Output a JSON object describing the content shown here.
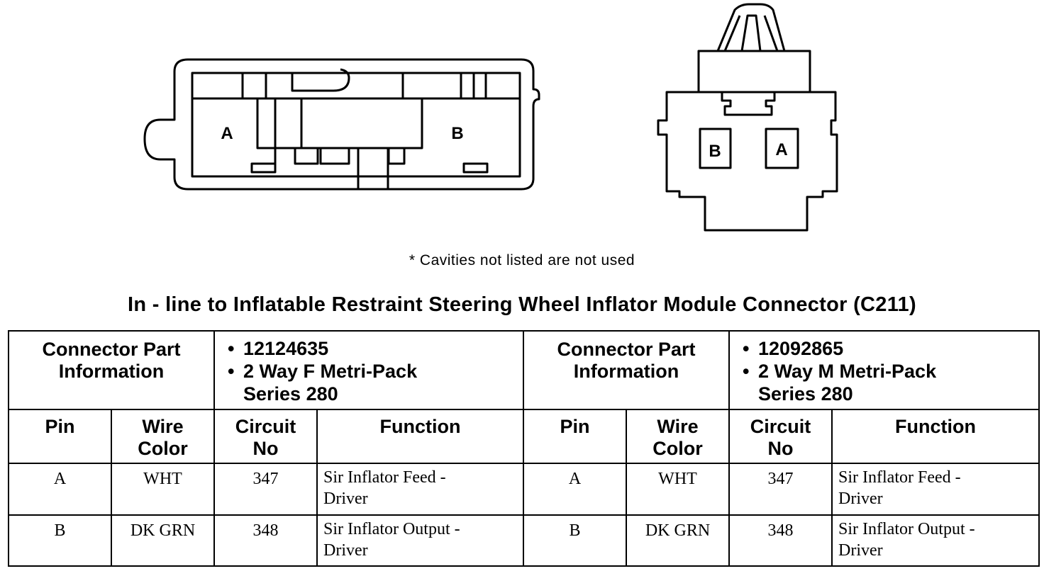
{
  "diagram": {
    "left_connector": {
      "cavities": [
        "A",
        "B"
      ]
    },
    "right_connector": {
      "cavities": [
        "B",
        "A"
      ]
    },
    "note": "* Cavities not listed are not used"
  },
  "title": "In - line to Inflatable Restraint Steering Wheel Inflator Module Connector (C211)",
  "table": {
    "connectors": [
      {
        "info_label": [
          "Connector Part",
          "Information"
        ],
        "info_lines": [
          "12124635",
          "2 Way F Metri-Pack",
          "Series 280"
        ],
        "headers": {
          "pin": "Pin",
          "wire": [
            "Wire",
            "Color"
          ],
          "circuit": [
            "Circuit",
            "No"
          ],
          "function": "Function"
        },
        "rows": [
          {
            "pin": "A",
            "wire": "WHT",
            "circuit": "347",
            "function": [
              "Sir Inflator Feed -",
              "Driver"
            ]
          },
          {
            "pin": "B",
            "wire": "DK GRN",
            "circuit": "348",
            "function": [
              "Sir Inflator Output -",
              "Driver"
            ]
          }
        ]
      },
      {
        "info_label": [
          "Connector Part",
          "Information"
        ],
        "info_lines": [
          "12092865",
          "2 Way M Metri-Pack",
          "Series 280"
        ],
        "headers": {
          "pin": "Pin",
          "wire": [
            "Wire",
            "Color"
          ],
          "circuit": [
            "Circuit",
            "No"
          ],
          "function": "Function"
        },
        "rows": [
          {
            "pin": "A",
            "wire": "WHT",
            "circuit": "347",
            "function": [
              "Sir Inflator Feed -",
              "Driver"
            ]
          },
          {
            "pin": "B",
            "wire": "DK GRN",
            "circuit": "348",
            "function": [
              "Sir Inflator Output -",
              "Driver"
            ]
          }
        ]
      }
    ]
  }
}
